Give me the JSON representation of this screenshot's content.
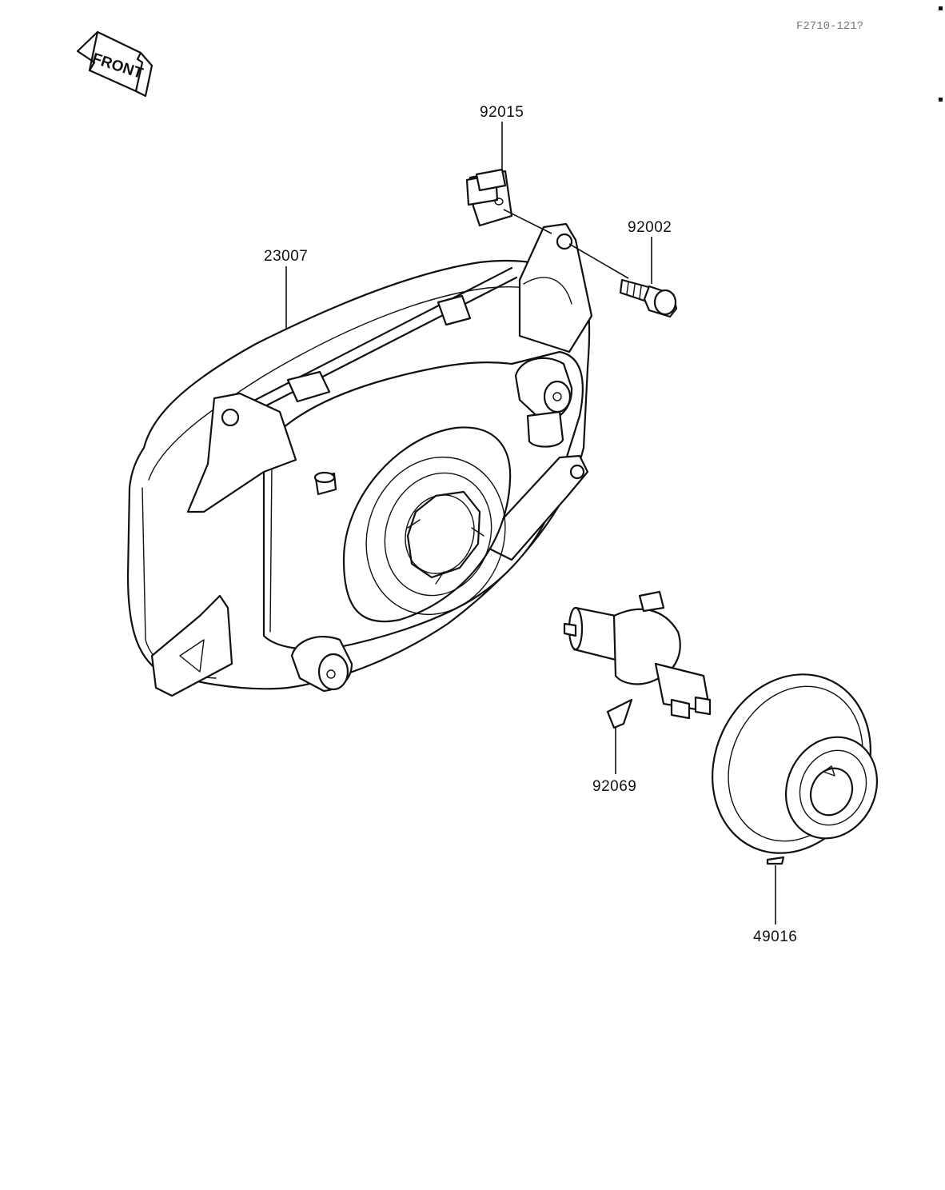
{
  "diagram": {
    "reference_code": "F2710-121?",
    "direction_arrow": {
      "label": "FRONT",
      "icon": "front-arrow-icon"
    },
    "parts": [
      {
        "number": "92015",
        "part": "clip-nut"
      },
      {
        "number": "92002",
        "part": "screw"
      },
      {
        "number": "23007",
        "part": "headlight-housing"
      },
      {
        "number": "92069",
        "part": "bulb"
      },
      {
        "number": "49016",
        "part": "rubber-boot-cap"
      }
    ]
  }
}
